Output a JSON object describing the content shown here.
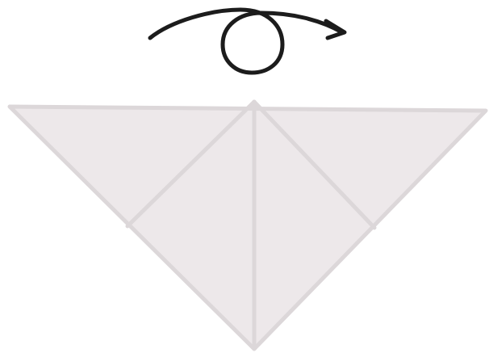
{
  "diagram": {
    "symbol": "turn-over-arrow",
    "shape": "folded-triangle",
    "creases": [
      "center-vertical-crease",
      "left-diagonal-crease",
      "right-diagonal-crease"
    ],
    "colors": {
      "background": "#ffffff",
      "paper_fill": "#ede8ea",
      "paper_edge": "#dcd7d9",
      "crease_line": "#dcd7d9",
      "arrow": "#1c1c1c"
    }
  }
}
